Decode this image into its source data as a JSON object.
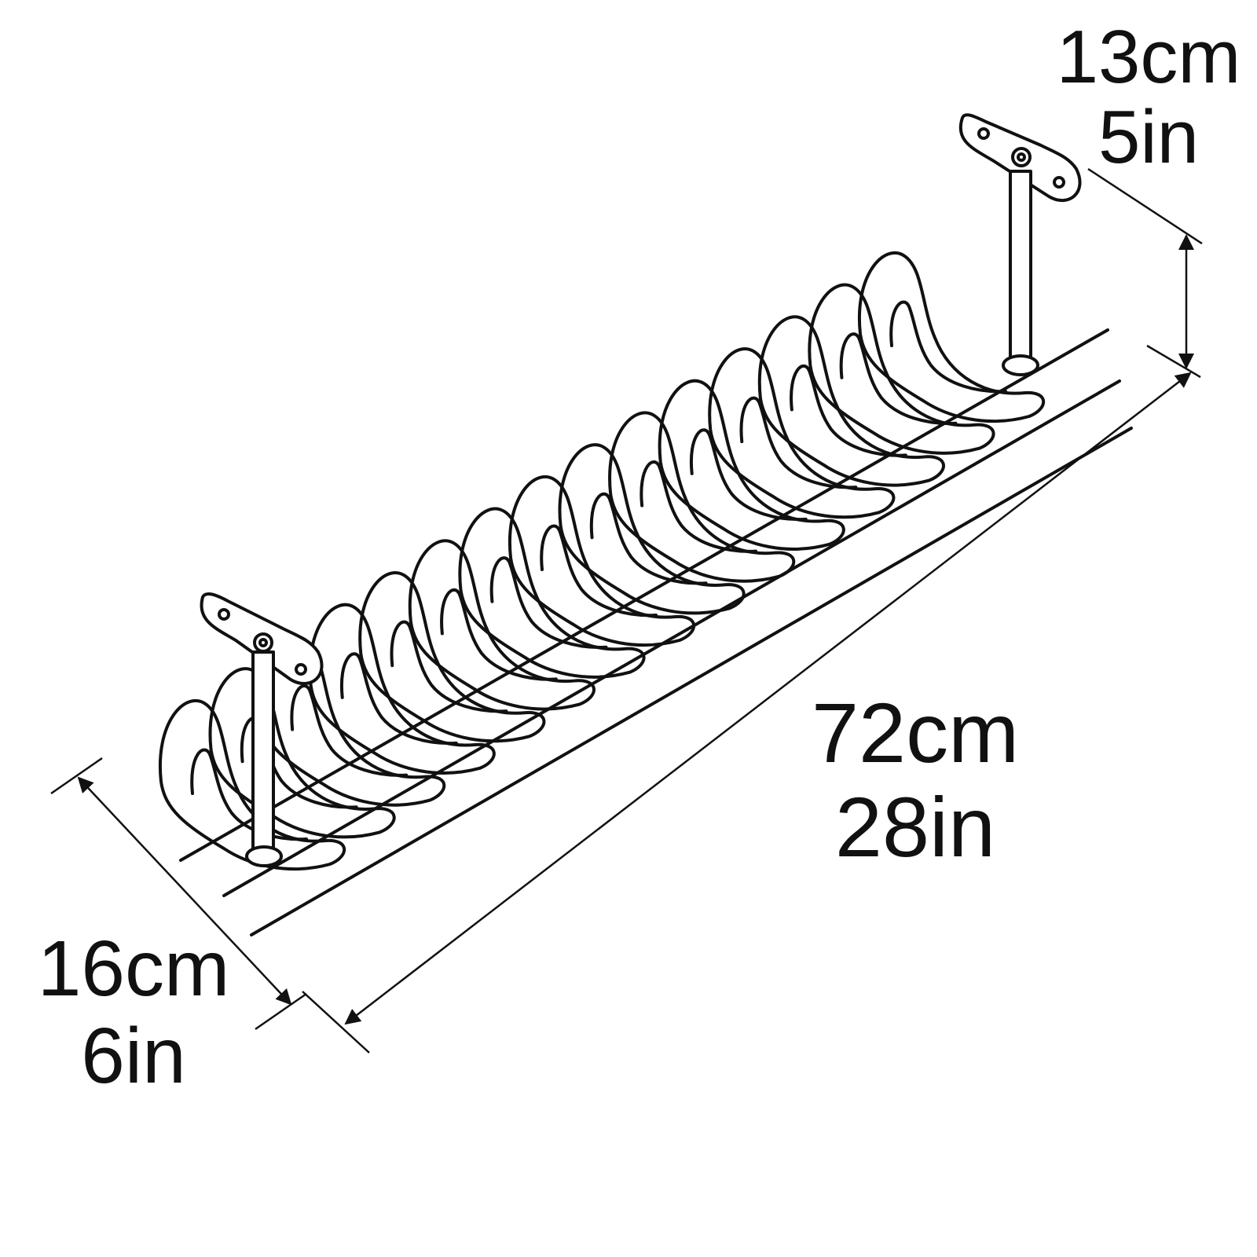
{
  "dimensions": {
    "height": {
      "metric": "13cm",
      "imperial": "5in"
    },
    "length": {
      "metric": "72cm",
      "imperial": "28in"
    },
    "depth": {
      "metric": "16cm",
      "imperial": "6in"
    }
  },
  "product": {
    "finger_count": 15,
    "mount_count": 2
  },
  "colors": {
    "line": "#111111",
    "background": "#ffffff"
  }
}
